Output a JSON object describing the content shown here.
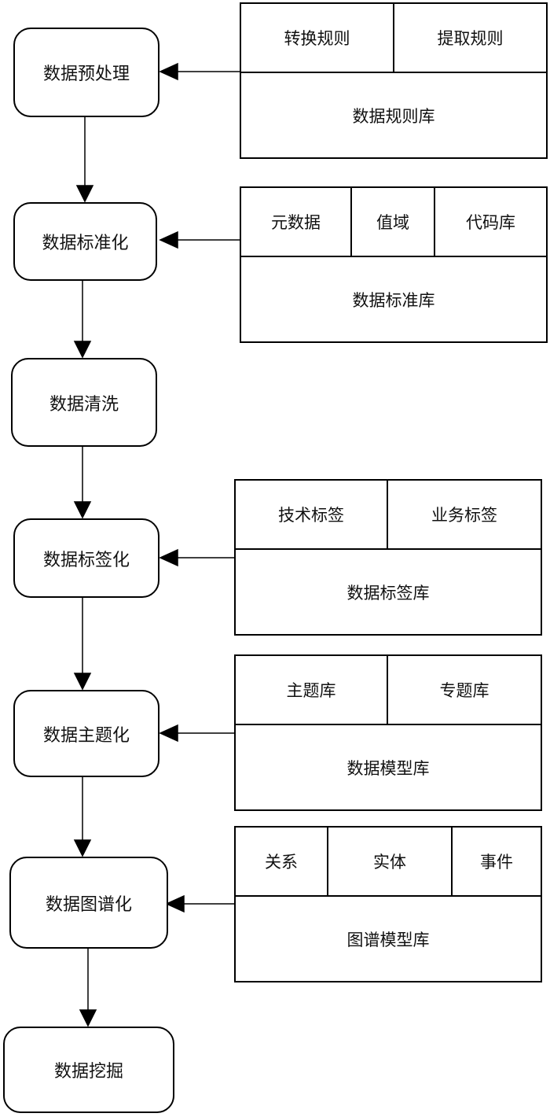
{
  "steps": [
    {
      "label": "数据预处理"
    },
    {
      "label": "数据标准化"
    },
    {
      "label": "数据清洗"
    },
    {
      "label": "数据标签化"
    },
    {
      "label": "数据主题化"
    },
    {
      "label": "数据图谱化"
    },
    {
      "label": "数据挖掘"
    }
  ],
  "libraries": [
    {
      "name": "数据规则库",
      "parts": [
        "转换规则",
        "提取规则"
      ]
    },
    {
      "name": "数据标准库",
      "parts": [
        "元数据",
        "值域",
        "代码库"
      ]
    },
    {
      "name": "数据标签库",
      "parts": [
        "技术标签",
        "业务标签"
      ]
    },
    {
      "name": "数据模型库",
      "parts": [
        "主题库",
        "专题库"
      ]
    },
    {
      "name": "图谱模型库",
      "parts": [
        "关系",
        "实体",
        "事件"
      ]
    }
  ]
}
